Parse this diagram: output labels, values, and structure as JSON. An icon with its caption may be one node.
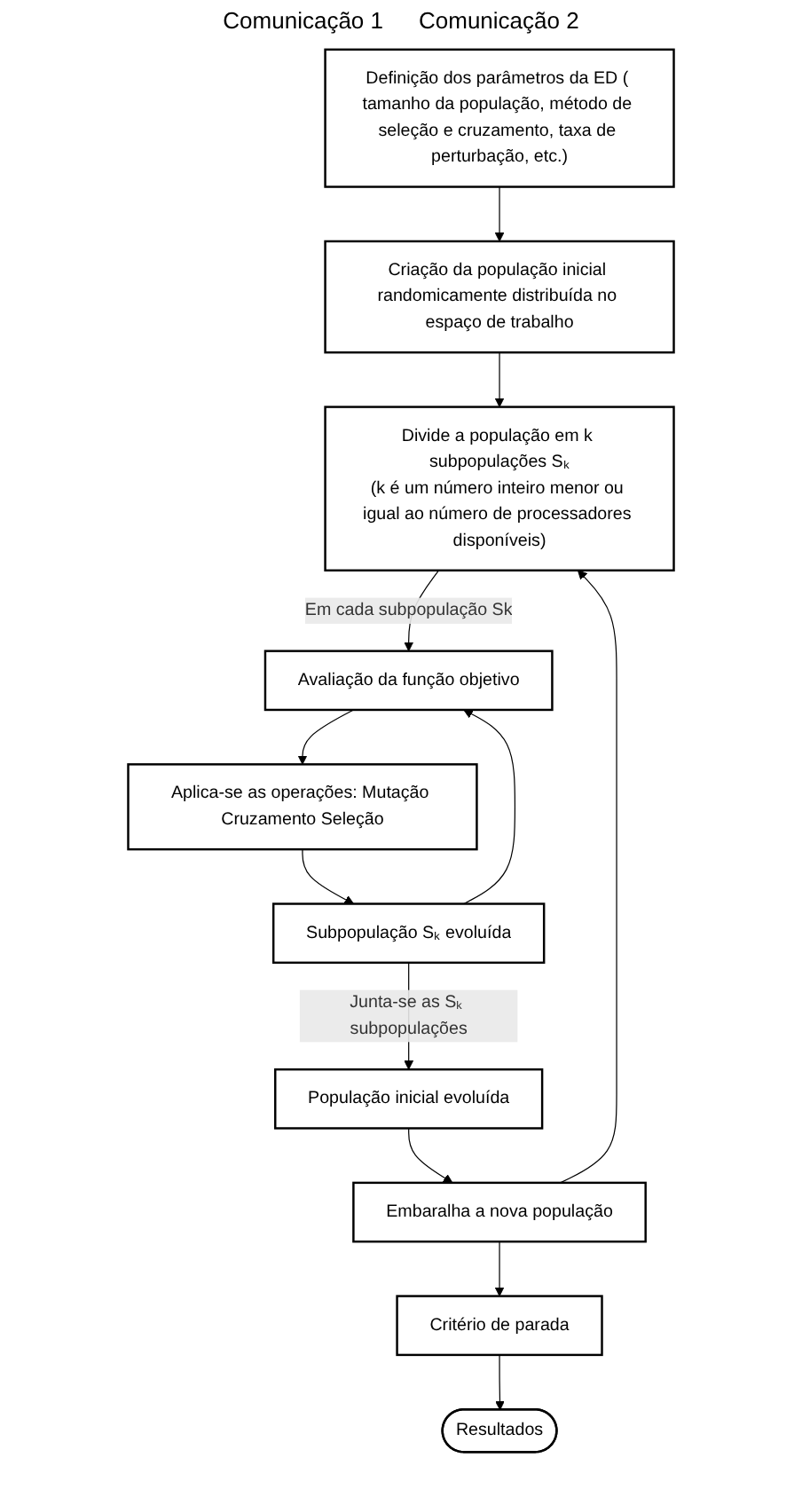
{
  "diagram": {
    "nodes": [
      {
        "text": [
          "Definição dos parâmetros da ED ( tamanho da população, método de seleção e cruzamento, taxa de perturbação, etc.)"
        ]
      },
      {
        "text": [
          "Criação da população inicial randomicamente distribuída no espaço de trabalho"
        ]
      },
      {
        "text": [
          "Divide a população em k subpopulações Sₖ",
          "(k é um número inteiro menor ou igual ao número de processadores disponíveis)"
        ]
      },
      {
        "text": [
          "Avaliação da função objetivo"
        ]
      },
      {
        "text": [
          "Aplica-se as operações: Mutação Cruzamento Seleção"
        ]
      },
      {
        "text": [
          "Subpopulação Sₖ evoluída"
        ]
      },
      {
        "text": [
          "População inicial evoluída"
        ]
      },
      {
        "text": [
          "Embaralha a nova população"
        ]
      },
      {
        "text": [
          "Critério de parada"
        ]
      },
      {
        "text": [
          "Resultados"
        ]
      }
    ],
    "edges": [
      {
        "from": 0,
        "to": 1,
        "arrow": "to"
      },
      {
        "from": 1,
        "to": 2,
        "arrow": "to"
      },
      {
        "from": 2,
        "to": 3,
        "arrow": "to",
        "label": "Em cada subpopulação Sk"
      },
      {
        "from": 3,
        "to": 4,
        "arrow": "to"
      },
      {
        "from": 4,
        "to": 5,
        "arrow": "to"
      },
      {
        "from": 5,
        "to": 3,
        "arrow": "to"
      },
      {
        "from": 5,
        "to": 6,
        "arrow": "to",
        "label": "Junta-se as Sₖ subpopulações"
      },
      {
        "from": 6,
        "to": 7,
        "arrow": "to"
      },
      {
        "from": 7,
        "to": 2,
        "arrow": "to"
      },
      {
        "from": 7,
        "to": 8,
        "arrow": "to"
      },
      {
        "from": 8,
        "to": 9,
        "arrow": "to"
      }
    ],
    "labels": [
      "Comunicação 1",
      "Comunicação 2"
    ]
  }
}
